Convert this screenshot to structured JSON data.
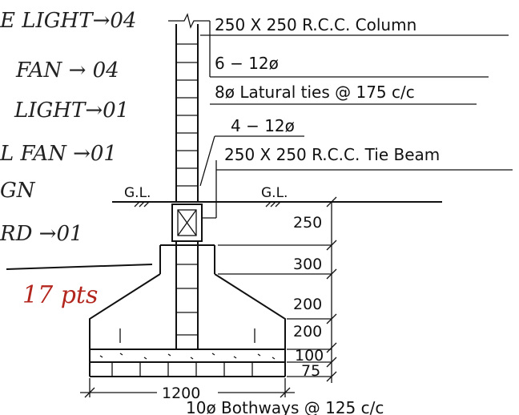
{
  "handwritten": {
    "line1": "E LIGHT→04",
    "line2": "FAN → 04",
    "line3": "LIGHT→01",
    "line4": "L FAN →01",
    "line5": "GN",
    "line6": "RD →01",
    "total": "17 pts"
  },
  "labels": {
    "column": "250 X 250 R.C.C. Column",
    "bars": "6 − 12ø",
    "ties": "8ø Latural ties @ 175 c/c",
    "beam_bars": "4 − 12ø",
    "tie_beam": "250 X 250 R.C.C. Tie Beam",
    "gl_left": "G.L.",
    "gl_right": "G.L.",
    "width": "1200",
    "bottom_bars": "10ø Bothways @ 125 c/c"
  },
  "dimensions": [
    "250",
    "300",
    "200",
    "200",
    "100",
    "75"
  ],
  "colors": {
    "ink": "#111111",
    "red_ink": "#b3261e"
  }
}
